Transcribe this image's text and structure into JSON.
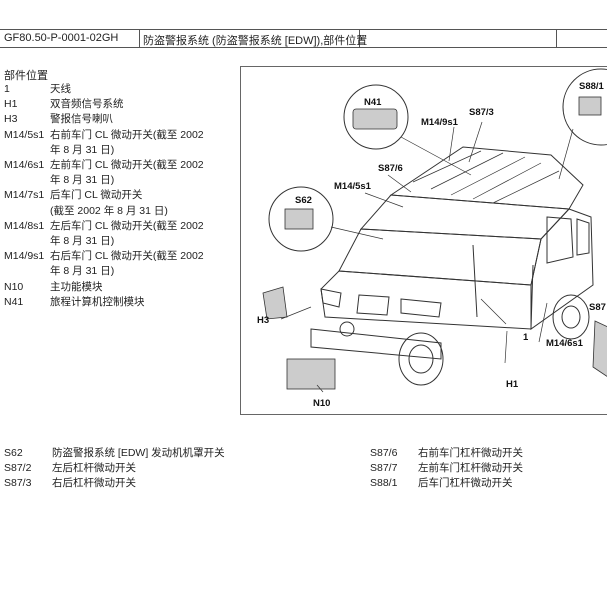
{
  "header": {
    "doc_code": "GF80.50-P-0001-02GH",
    "title": "防盗警报系统 (防盗警报系统 [EDW]),部件位置"
  },
  "legend": {
    "heading": "部件位置",
    "items": [
      {
        "code": "1",
        "desc": "天线"
      },
      {
        "code": "H1",
        "desc": "双音频信号系统"
      },
      {
        "code": "H3",
        "desc": "警报信号喇叭"
      },
      {
        "code": "M14/5s1",
        "desc": "右前车门 CL 微动开关(截至 2002",
        "desc2": "年 8 月 31 日)"
      },
      {
        "code": "M14/6s1",
        "desc": "左前车门 CL 微动开关(截至 2002",
        "desc2": "年 8 月 31 日)"
      },
      {
        "code": "M14/7s1",
        "desc": "后车门 CL 微动开关",
        "desc2": "(截至 2002 年 8 月 31 日)"
      },
      {
        "code": "M14/8s1",
        "desc": "左后车门 CL 微动开关(截至 2002",
        "desc2": "年 8 月 31 日)"
      },
      {
        "code": "M14/9s1",
        "desc": "右后车门 CL 微动开关(截至 2002",
        "desc2": "年 8 月 31 日)"
      },
      {
        "code": "N10",
        "desc": "主功能模块"
      },
      {
        "code": "N41",
        "desc": "旅程计算机控制模块"
      }
    ]
  },
  "figure": {
    "labels": {
      "n41": "N41",
      "s87_3": "S87/3",
      "m14_9s1": "M14/9s1",
      "s88": "S88/1",
      "s87_6": "S87/6",
      "m14_5s1": "M14/5s1",
      "s62": "S62",
      "h3": "H3",
      "n10": "N10",
      "one": "1",
      "h1": "H1",
      "m14_6s1": "M14/6s1",
      "s87x": "S87"
    }
  },
  "bottom_legend": {
    "left": [
      {
        "code": "S62",
        "desc": "防盗警报系统 [EDW] 发动机机罩开关"
      },
      {
        "code": "S87/2",
        "desc": "左后杠杆微动开关"
      },
      {
        "code": "S87/3",
        "desc": "右后杠杆微动开关"
      }
    ],
    "right": [
      {
        "code": "S87/6",
        "desc": "右前车门杠杆微动开关"
      },
      {
        "code": "S87/7",
        "desc": "左前车门杠杆微动开关"
      },
      {
        "code": "S88/1",
        "desc": "后车门杠杆微动开关"
      }
    ]
  }
}
